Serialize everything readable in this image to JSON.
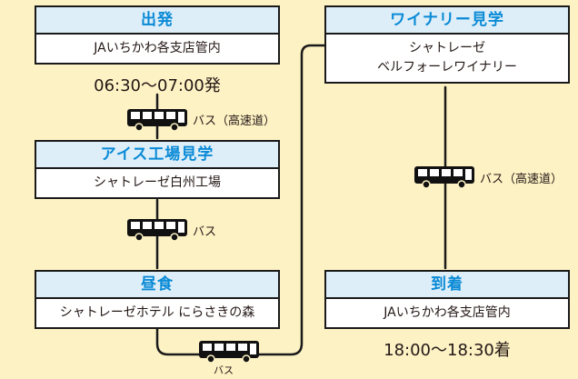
{
  "departure": {
    "title": "出発",
    "place": "JAいちかわ各支店管内",
    "time": "06:30〜07:00発"
  },
  "ice_factory": {
    "title": "アイス工場見学",
    "place": "シャトレーゼ白州工場"
  },
  "lunch": {
    "title": "昼食",
    "place": "シャトレーゼホテル にらさきの森"
  },
  "winery": {
    "title": "ワイナリー見学",
    "place_line1": "シャトレーゼ",
    "place_line2": "ベルフォーレワイナリー"
  },
  "arrival": {
    "title": "到着",
    "place": "JAいちかわ各支店管内",
    "time": "18:00〜18:30着"
  },
  "transport": {
    "leg1": "バス（高速道）",
    "leg2": "バス",
    "leg3": "バス",
    "leg4": "バス（高速道）"
  },
  "colors": {
    "background": "#fdf2c4",
    "header_fill": "#ddeef8",
    "header_text": "#0a8ad6",
    "line": "#1a1a1a"
  },
  "icons": [
    "bus-icon"
  ]
}
